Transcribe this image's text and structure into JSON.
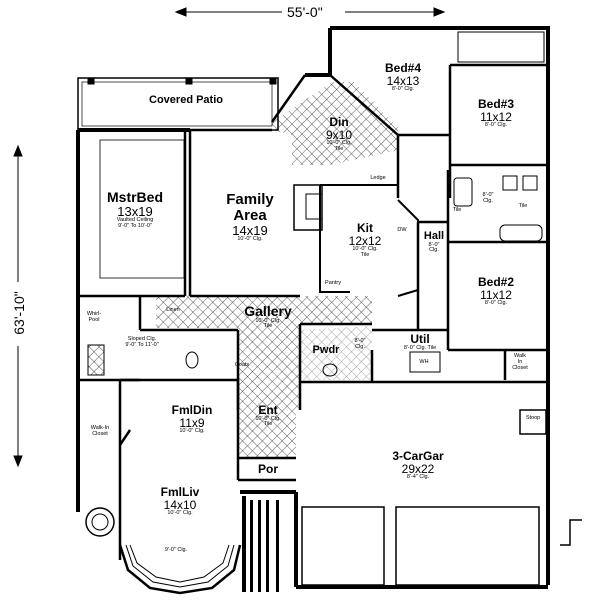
{
  "dimensions": {
    "width": "55'-0\"",
    "depth": "63'-10\""
  },
  "rooms": {
    "covered_patio": {
      "name": "Covered Patio"
    },
    "mstr_bed": {
      "name": "MstrBed",
      "size": "13x19",
      "note1": "Vaulted Ceiling",
      "note2": "9'-0\" To 10'-0\""
    },
    "family_area": {
      "name1": "Family",
      "name2": "Area",
      "size": "14x19",
      "note": "10'-0\" Clg."
    },
    "din": {
      "name": "Din",
      "size": "9x10",
      "note1": "10'-0\" Clg.",
      "note2": "Tile"
    },
    "kit": {
      "name": "Kit",
      "size": "12x12",
      "note1": "10'-0\" Clg.",
      "note2": "Tile"
    },
    "bed4": {
      "name": "Bed#4",
      "size": "14x13",
      "note": "8'-0\" Clg."
    },
    "bed3": {
      "name": "Bed#3",
      "size": "11x12",
      "note": "8'-0\" Clg."
    },
    "bed2": {
      "name": "Bed#2",
      "size": "11x12",
      "note": "8'-0\" Clg."
    },
    "hall": {
      "name": "Hall",
      "note1": "8'-0\"",
      "note2": "Clg."
    },
    "gallery": {
      "name": "Gallery",
      "note1": "10'-0\" Clg.",
      "note2": "Tile"
    },
    "util": {
      "name": "Util",
      "note": "8'-0\" Clg. Tile"
    },
    "pwdr": {
      "name": "Pwdr"
    },
    "ent": {
      "name": "Ent",
      "note1": "10'-0\" Clg.",
      "note2": "Tile"
    },
    "fml_din": {
      "name": "FmlDin",
      "size": "11x9",
      "note": "10'-0\" Clg."
    },
    "fml_liv": {
      "name": "FmlLiv",
      "size": "14x10",
      "note1": "10'-0\" Clg.",
      "note2": "9'-0\" Clg."
    },
    "garage": {
      "name": "3-CarGar",
      "size": "29x22",
      "note": "8'-4\" Clg."
    },
    "por": {
      "name": "Por"
    }
  },
  "small_labels": {
    "ledge": "Ledge",
    "pantry": "Pantry",
    "linen": "Linen",
    "coats": "Coats",
    "whirlpool1": "Whirl-",
    "whirlpool2": "Pool",
    "sloped1": "Sloped Clg.",
    "sloped2": "9'-0\" To 11'-0\"",
    "walkin1": "Walk-In",
    "walkin2": "Closet",
    "walkin_b1": "Walk",
    "walkin_b2": "In",
    "walkin_b3": "Closet",
    "stoop": "Stoop",
    "tile1": "Tile",
    "tile2": "Tile",
    "clg1": "8'-0\"",
    "clg2": "Clg.",
    "pwdr_clg1": "8'-0\"",
    "pwdr_clg2": "Clg.",
    "dw": "DW",
    "wh": "WH"
  }
}
